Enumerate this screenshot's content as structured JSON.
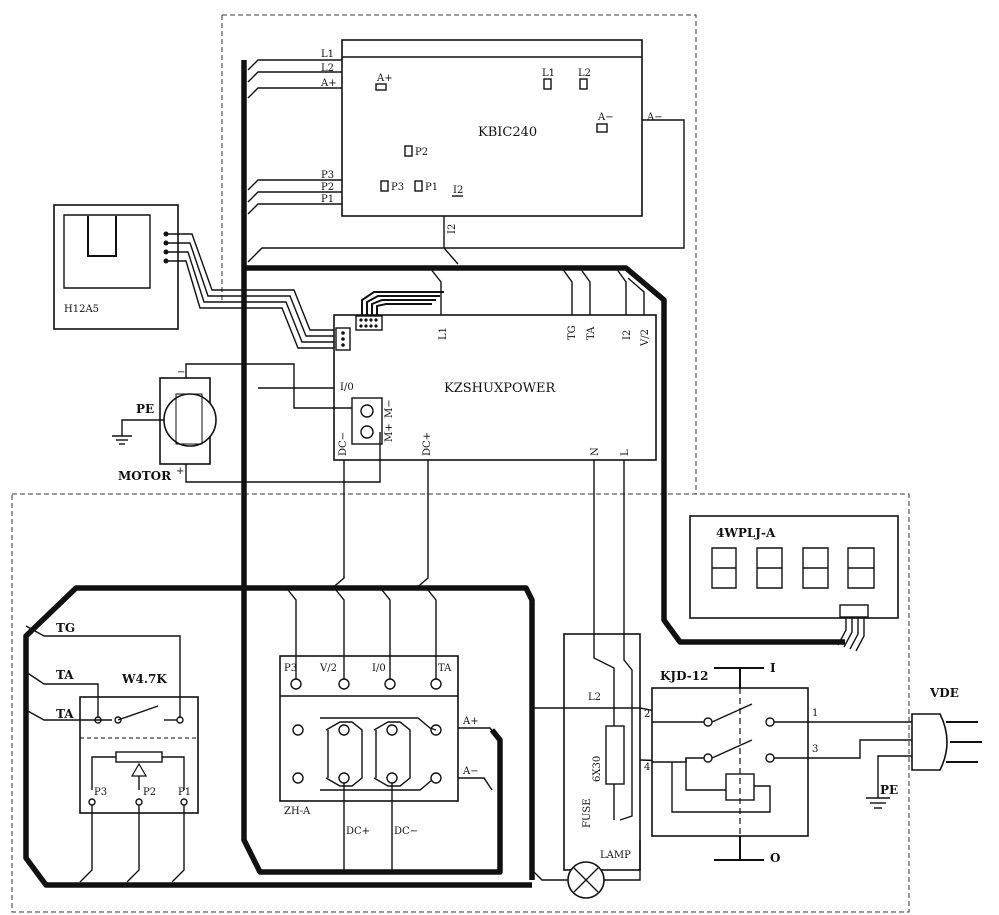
{
  "modules": {
    "kbic": {
      "name": "KBIC240",
      "pins_left": [
        "L1",
        "L2",
        "A+",
        "P3",
        "P2",
        "P1"
      ],
      "pads": [
        "A+",
        "L1",
        "L2",
        "A−",
        "P2",
        "P3",
        "P1",
        "I2"
      ],
      "out_a_minus": "A−",
      "out_i2": "I2"
    },
    "h12": {
      "name": "H12A5"
    },
    "motor": {
      "name": "MOTOR",
      "pe": "PE",
      "minus": "−",
      "plus": "+"
    },
    "kzs": {
      "name": "KZSHUXPOWER",
      "io": "I/0",
      "m_minus": "M−",
      "m_plus": "M+",
      "dc_minus": "DC−",
      "dc_plus": "DC+",
      "top_pins": [
        "L1",
        "TG",
        "TA",
        "I2",
        "V/2"
      ],
      "n": "N",
      "l": "L"
    },
    "display": {
      "name": "4WPLJ-A"
    },
    "pot": {
      "name": "W4.7K",
      "tg": "TG",
      "ta1": "TA",
      "ta2": "TA",
      "p3": "P3",
      "p2": "P2",
      "p1": "P1"
    },
    "zha": {
      "name": "ZH-A",
      "top_pins": [
        "P3",
        "V/2",
        "I/0",
        "TA"
      ],
      "a_plus": "A+",
      "a_minus": "A−",
      "dc_plus": "DC+",
      "dc_minus": "DC−"
    },
    "fuse": {
      "name": "FUSE",
      "rating": "6X30",
      "l2": "L2"
    },
    "lamp": {
      "name": "LAMP"
    },
    "switch": {
      "name": "KJD-12",
      "on": "I",
      "off": "O",
      "pin1": "1",
      "pin2": "2",
      "pin3": "3",
      "pin4": "4"
    },
    "plug": {
      "name": "VDE",
      "pe": "PE"
    }
  }
}
